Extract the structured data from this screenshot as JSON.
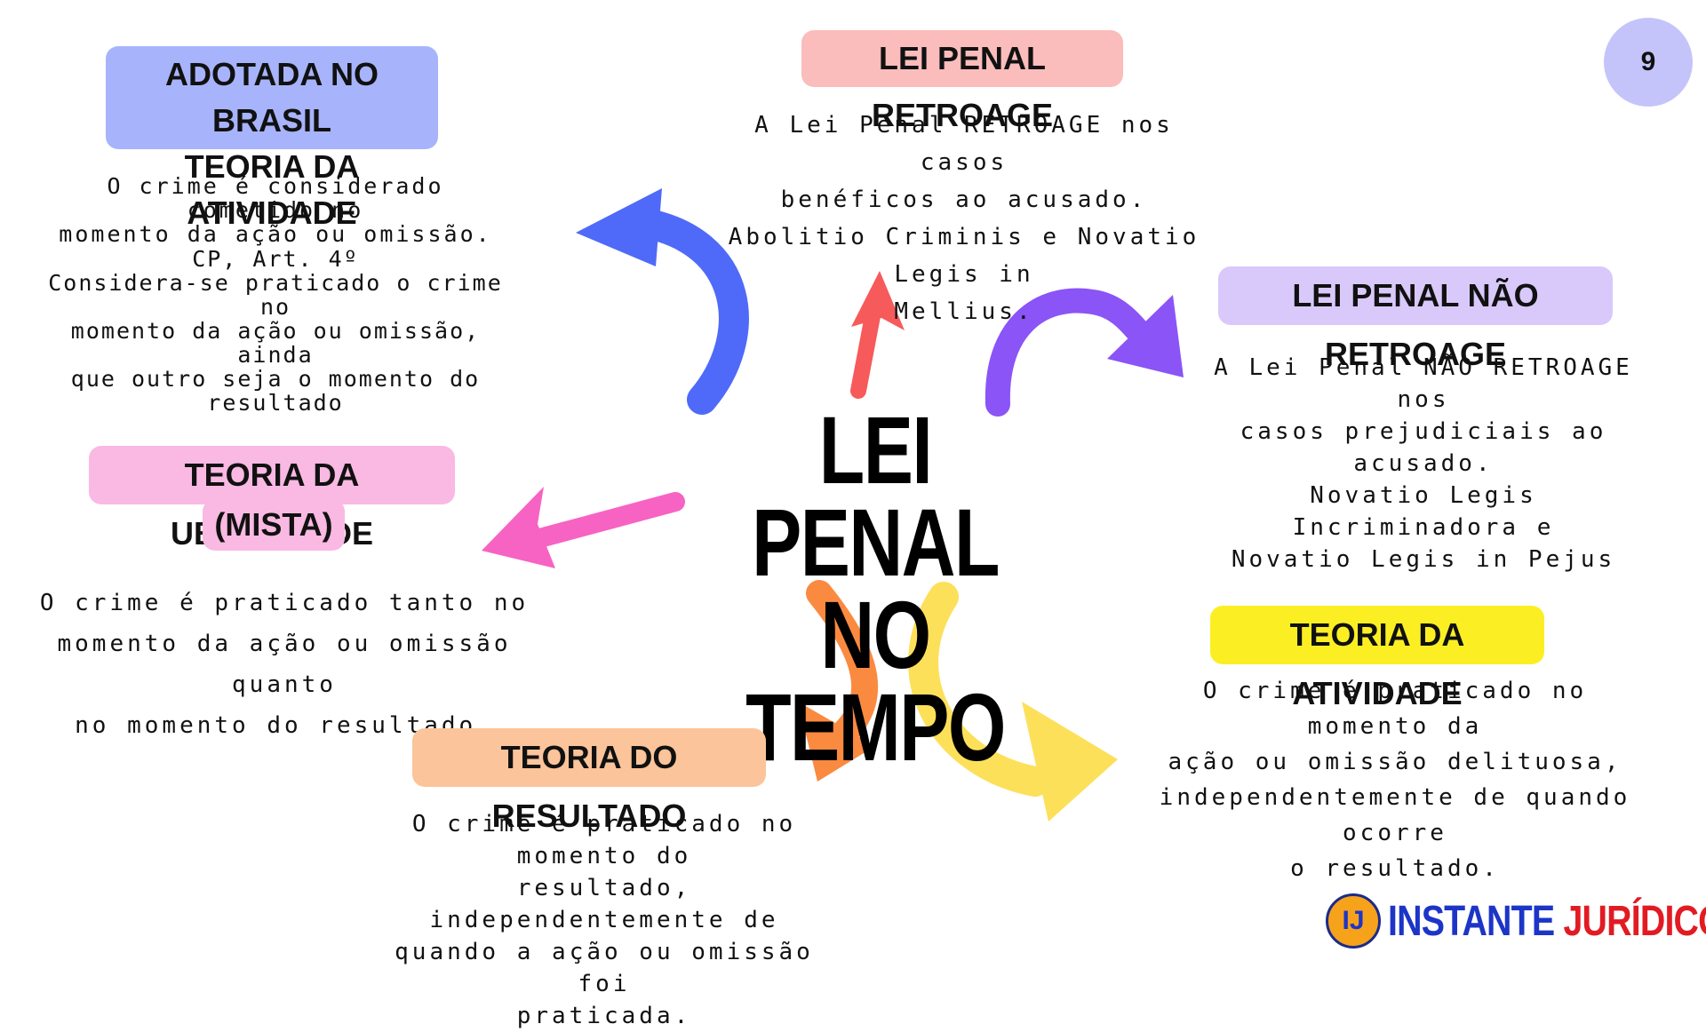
{
  "center_title": [
    "LEI PENAL",
    "NO TEMPO"
  ],
  "page_number": "9",
  "colors": {
    "blue_label": "#a7b4fb",
    "red_label": "#fbbcbc",
    "purple_label": "#d9c9fb",
    "pink_label": "#f9b9e3",
    "orange_label": "#fbc49a",
    "yellow_label": "#fbef24",
    "arrow_blue": "#4f6af8",
    "arrow_red": "#f75a5a",
    "arrow_purple": "#8b54f7",
    "arrow_pink": "#f763c3",
    "arrow_orange": "#fb8a41",
    "arrow_yellow": "#fde05a",
    "brand_blue": "#1d35c7",
    "brand_red": "#e21b23"
  },
  "nodes": {
    "atividade_brasil": {
      "label": [
        "ADOTADA NO BRASIL",
        "TEORIA DA ATIVIDADE"
      ],
      "text1": [
        "O crime é considerado cometido no",
        "momento da ação ou omissão."
      ],
      "text2": [
        "CP, Art. 4º",
        "Considera-se praticado o crime no",
        "momento da ação ou omissão, ainda",
        "que outro seja o momento do",
        "resultado"
      ]
    },
    "retroage": {
      "label": "LEI PENAL RETROAGE",
      "text": [
        "A Lei Penal RETROAGE nos casos",
        "benéficos ao acusado.",
        "Abolitio Criminis e Novatio Legis in",
        "Mellius."
      ]
    },
    "nao_retroage": {
      "label": "LEI PENAL NÃO RETROAGE",
      "text": [
        "A Lei Penal NÃO RETROAGE nos",
        "casos prejudiciais ao acusado.",
        "Novatio Legis Incriminadora e",
        "Novatio Legis in Pejus"
      ]
    },
    "ubiquidade": {
      "label": [
        "TEORIA DA UBIQUIDADE",
        "(MISTA)"
      ],
      "text": [
        "O crime é praticado tanto no",
        "momento da ação ou omissão quanto",
        "no momento do resultado."
      ]
    },
    "resultado": {
      "label": "TEORIA DO RESULTADO",
      "text": [
        "O crime é praticado no momento do",
        "resultado, independentemente de",
        "quando a ação ou omissão foi",
        "praticada."
      ]
    },
    "atividade": {
      "label": "TEORIA DA ATIVIDADE",
      "text": [
        "O crime é praticado no momento da",
        "ação ou omissão delituosa,",
        "independentemente de quando ocorre",
        "o resultado."
      ]
    }
  },
  "brand": {
    "logo_text": "IJ",
    "name_part1": "INSTANTE",
    "name_part2": "JURÍDICO"
  }
}
